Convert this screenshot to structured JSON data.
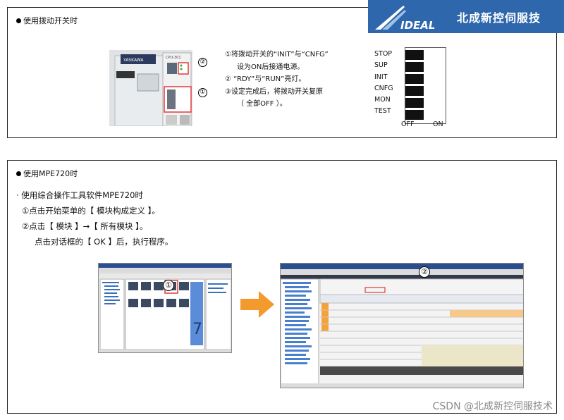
{
  "logo": {
    "brand": "IDEAL",
    "company": "北成新控伺服技"
  },
  "top": {
    "title": "使用拨动开关时",
    "device_model": "CPU-301",
    "device_brand": "YASKAWA",
    "callouts": [
      "②",
      "①"
    ],
    "steps": [
      "①将拨动开关的“INIT”与“CNFG”",
      "设为ON后接通电源。",
      "② “RDY”与“RUN”亮灯。",
      "③设定完成后，将拨动开关复原",
      "（ 全部OFF ）。"
    ],
    "switch": {
      "labels": [
        "STOP",
        "SUP",
        "INIT",
        "CNFG",
        "MON",
        "TEST"
      ],
      "states": [
        "off",
        "off",
        "off",
        "off",
        "off",
        "off"
      ],
      "off_label": "OFF",
      "on_label": "ON"
    }
  },
  "bottom": {
    "title": "使用MPE720时",
    "intro": "· 使用综合操作工具软件MPE720时",
    "steps": [
      "①点击开始菜单的【 模块构成定义 】。",
      "②点击【 模块 】→【 所有模块 】。",
      "点击对话框的【 OK 】后，执行程序。"
    ],
    "callout_left": "①",
    "callout_right": "②"
  },
  "watermark": "CSDN @北成新控伺服技术",
  "colors": {
    "logo_bg": "#2f67ad",
    "arrow": "#f29a2e",
    "highlight": "#e23b3b"
  }
}
